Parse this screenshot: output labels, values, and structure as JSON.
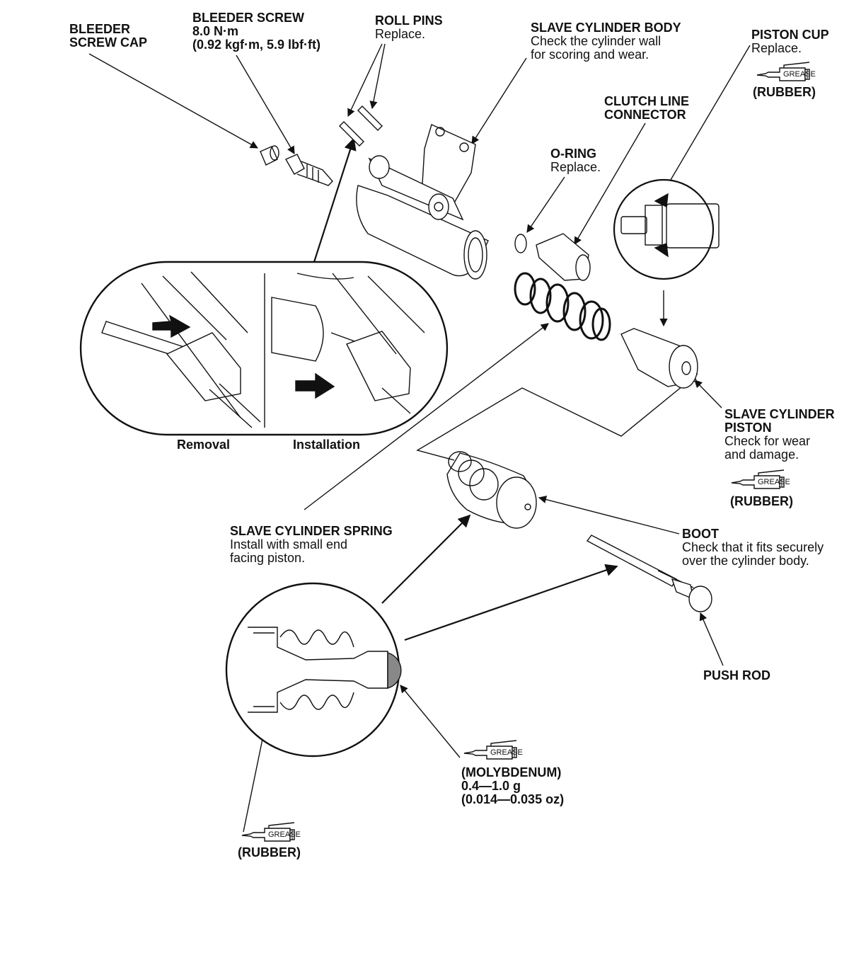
{
  "labels": {
    "bleeder_screw_cap": {
      "title1": "BLEEDER",
      "title2": "SCREW CAP"
    },
    "bleeder_screw": {
      "title": "BLEEDER SCREW",
      "torque": "8.0 N·m",
      "torque_alt": "(0.92 kgf·m, 5.9 lbf·ft)"
    },
    "roll_pins": {
      "title": "ROLL PINS",
      "note": "Replace."
    },
    "slave_cylinder_body": {
      "title": "SLAVE CYLINDER BODY",
      "note1": "Check the cylinder wall",
      "note2": "for scoring and wear."
    },
    "piston_cup": {
      "title": "PISTON CUP",
      "note": "Replace.",
      "grease_type": "(RUBBER)"
    },
    "clutch_line_connector": {
      "title1": "CLUTCH LINE",
      "title2": "CONNECTOR"
    },
    "o_ring": {
      "title": "O-RING",
      "note": "Replace."
    },
    "slave_cylinder_piston": {
      "title1": "SLAVE CYLINDER",
      "title2": "PISTON",
      "note1": "Check for wear",
      "note2": "and damage.",
      "grease_type": "(RUBBER)"
    },
    "slave_cylinder_spring": {
      "title": "SLAVE CYLINDER SPRING",
      "note1": "Install with small end",
      "note2": "facing piston."
    },
    "boot": {
      "title": "BOOT",
      "note1": "Check that it fits securely",
      "note2": "over the cylinder body."
    },
    "push_rod": {
      "title": "PUSH ROD"
    },
    "molybdenum": {
      "grease_type": "(MOLYBDENUM)",
      "amount": "0.4—1.0 g",
      "amount_alt": "(0.014—0.035 oz)"
    },
    "rubber_bottom": {
      "grease_type": "(RUBBER)"
    }
  },
  "inset": {
    "removal": "Removal",
    "installation": "Installation"
  },
  "grease_symbol_text": "GREASE",
  "icons": [
    "grease-gun-icon",
    "arrow-icon"
  ]
}
